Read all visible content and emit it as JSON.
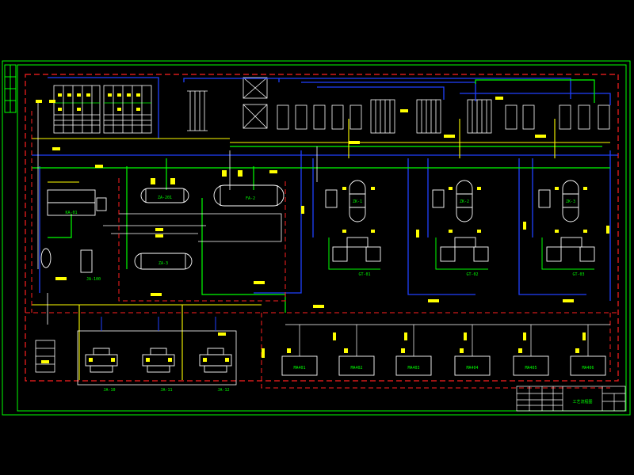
{
  "title_block": {
    "drawing_title": "工艺流程图"
  },
  "equipment": {
    "columns": [
      {
        "tag": "ZK-1",
        "label": "GT-01"
      },
      {
        "tag": "ZK-2",
        "label": "GT-02"
      },
      {
        "tag": "ZK-3",
        "label": "GT-03"
      }
    ],
    "left_unit": "KA-01",
    "tank_upper": "ZA-201",
    "tank_mid": "FA-2",
    "tank_lower": "ZA-3",
    "storage_left": "JA-100",
    "pump_units": [
      "JA-10",
      "JA-11",
      "JA-12"
    ],
    "bottom_units": [
      "MA401",
      "MA402",
      "MA403",
      "MA404",
      "MA405",
      "MA406"
    ]
  },
  "colors": {
    "background": "#000000",
    "frame": "#00ff00",
    "border_red": "#ff2020",
    "pipe_blue": "#2040ff",
    "pipe_yellow": "#ffff00",
    "pipe_green": "#00ff00",
    "equipment_white": "#ffffff",
    "pipe_red_dashed": "#ff2020"
  }
}
